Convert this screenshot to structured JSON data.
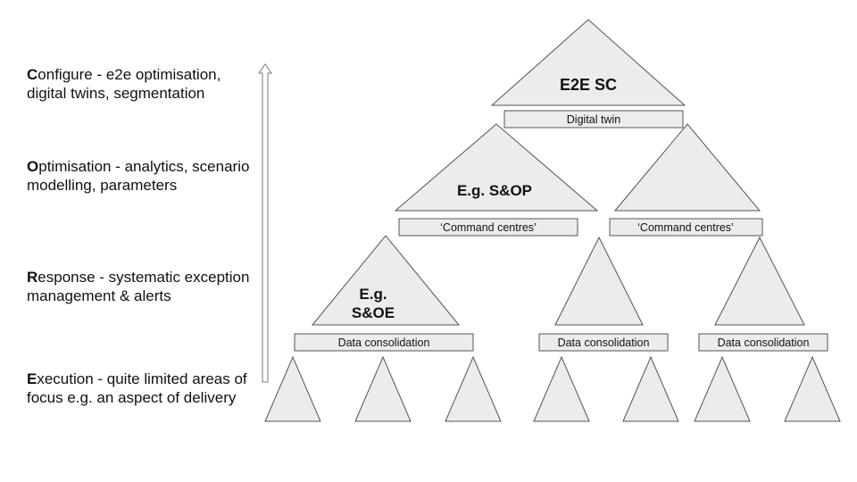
{
  "levels": [
    {
      "initial": "C",
      "rest": "onfigure - e2e optimisation, digital twins, segmentation"
    },
    {
      "initial": "O",
      "rest": "ptimisation - analytics, scenario modelling, parameters"
    },
    {
      "initial": "R",
      "rest": "esponse - systematic exception management & alerts"
    },
    {
      "initial": "E",
      "rest": "xecution - quite limited areas of focus e.g. an aspect of delivery"
    }
  ],
  "triangle_labels": {
    "top": "E2E SC",
    "mid_left": "E.g. S&OP",
    "low_left_line1": "E.g.",
    "low_left_line2": "S&OE"
  },
  "boxes": {
    "digital_twin": "Digital twin",
    "command_centre_left": "‘Command centres’",
    "command_centre_right": "‘Command centres’",
    "data_consolidation_1": "Data consolidation",
    "data_consolidation_2": "Data consolidation",
    "data_consolidation_3": "Data consolidation"
  }
}
